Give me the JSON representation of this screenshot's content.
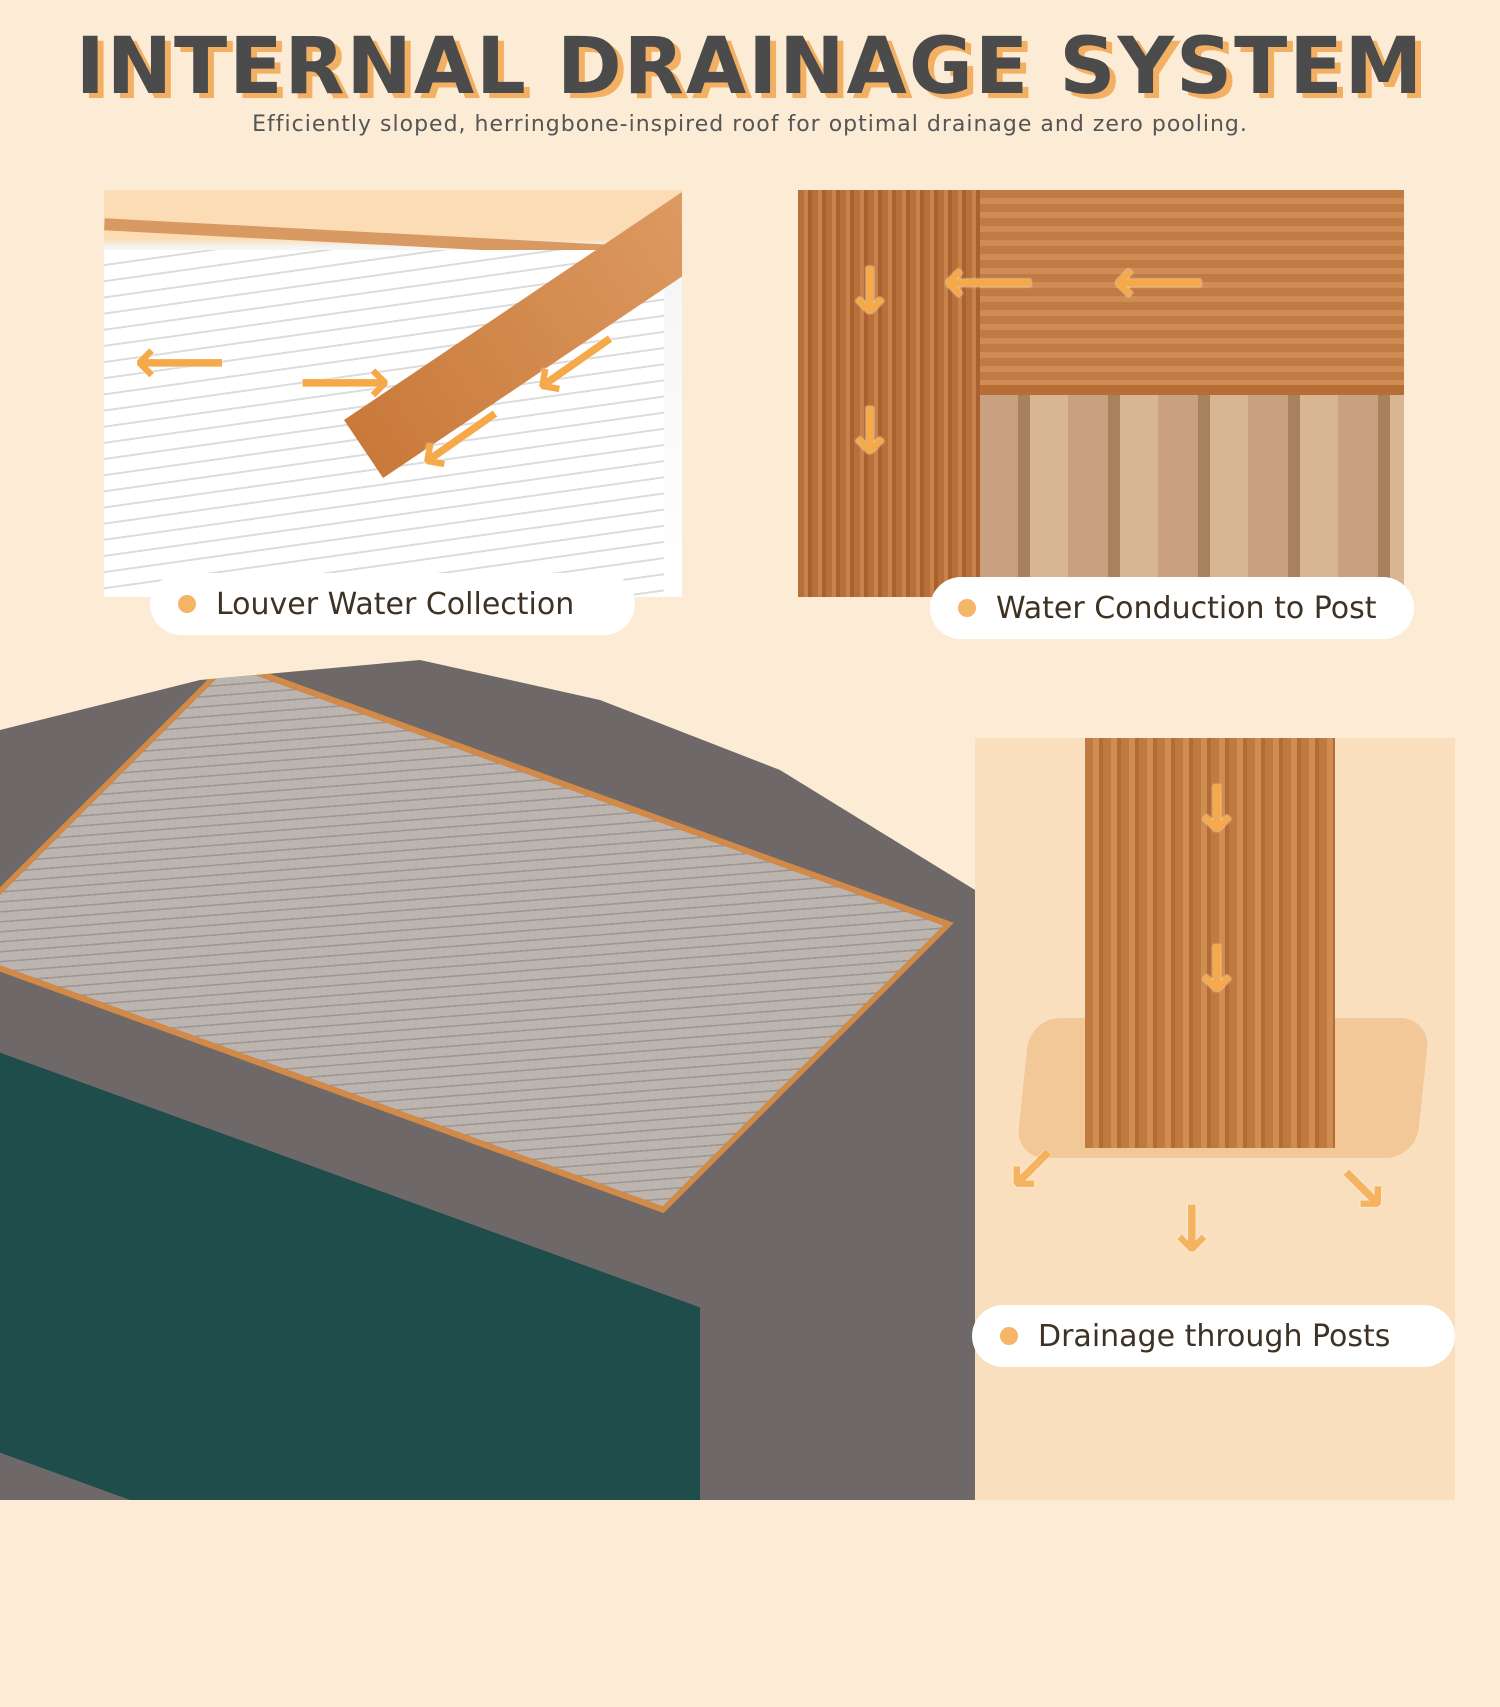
{
  "header": {
    "title": "INTERNAL DRAINAGE SYSTEM",
    "subtitle": "Efficiently sloped, herringbone-inspired roof for optimal drainage and zero pooling."
  },
  "features": [
    {
      "label": "Louver Water Collection"
    },
    {
      "label": "Water Conduction to Post"
    },
    {
      "label": "Drainage through Posts"
    }
  ],
  "colors": {
    "background": "#fcecd6",
    "accent": "#f6a948",
    "title": "#4b4b4b"
  }
}
